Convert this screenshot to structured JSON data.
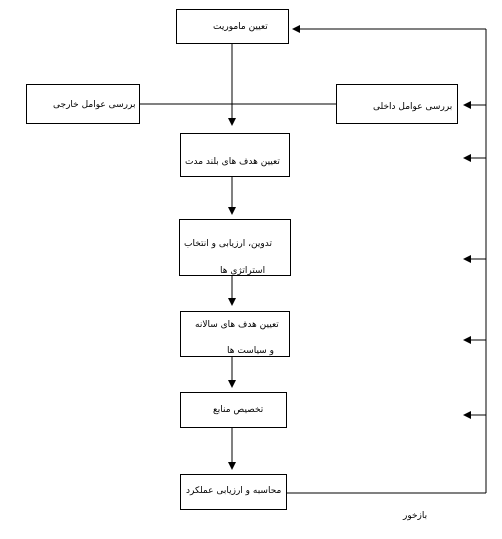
{
  "diagram": {
    "boxes": {
      "mission": "تعیین ماموریت",
      "external": "بررسی عوامل خارجی",
      "internal": "بررسی عوامل داخلی",
      "long_term_goals": "تعیین هدف های بلند مدت",
      "strategy_line1": "تدوین، ارزیابی و انتخاب",
      "strategy_line2": "استراتژی ها",
      "annual_line1": "تعیین هدف های سالانه",
      "annual_line2": "و سیاست ها",
      "resources": "تخصیص منابع",
      "evaluation": "محاسبه و ارزیابی عملکرد"
    },
    "feedback_label": "بازخور",
    "line_color": "#000000"
  }
}
